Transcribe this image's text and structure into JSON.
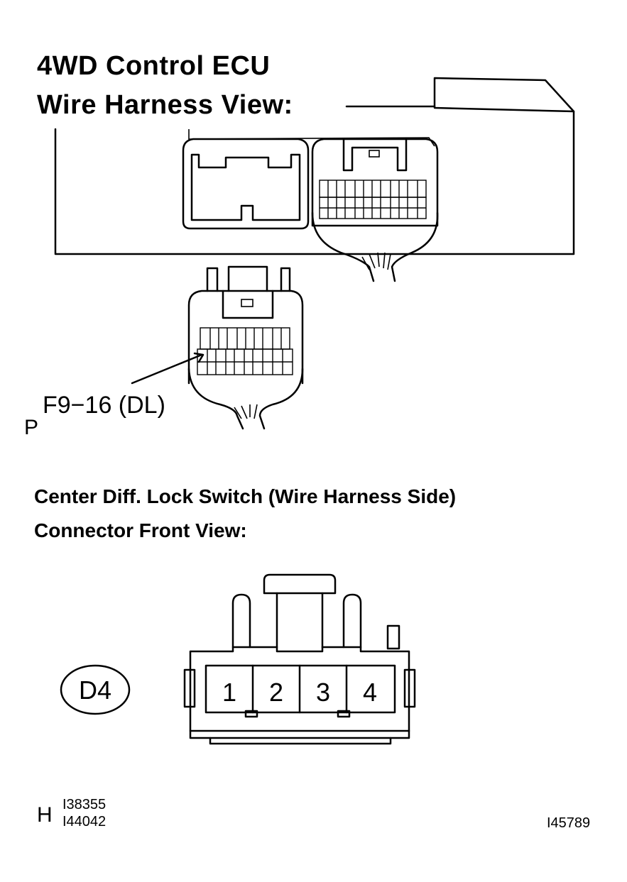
{
  "ecu": {
    "title_line1": "4WD Control ECU",
    "title_line2": "Wire Harness View:",
    "terminal_label_prefix": "P",
    "terminal_label": "F9−16 (DL)"
  },
  "switch": {
    "title_line1": "Center Diff. Lock Switch (Wire Harness Side)",
    "title_line2": "Connector Front View:",
    "connector_code": "D4",
    "pins": [
      "1",
      "2",
      "3",
      "4"
    ]
  },
  "footer": {
    "prefix": "H",
    "ref1": "I38355",
    "ref2": "I44042",
    "figure_id": "I45789"
  }
}
